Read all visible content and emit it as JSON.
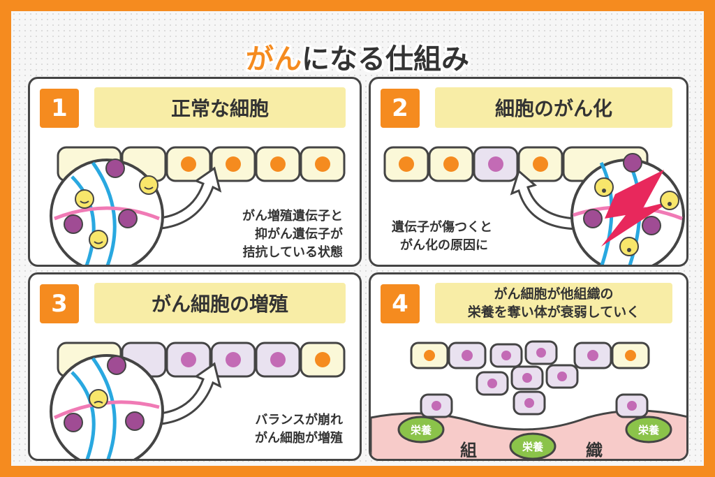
{
  "title": {
    "accent": "がん",
    "rest": "になる仕組み"
  },
  "panels": [
    {
      "number": "1",
      "heading": "正常な細胞",
      "caption": [
        "がん増殖遺伝子と",
        "抑がん遺伝子が",
        "拮抗している状態"
      ]
    },
    {
      "number": "2",
      "heading": "細胞のがん化",
      "caption": [
        "遺伝子が傷つくと",
        "がん化の原因に"
      ]
    },
    {
      "number": "3",
      "heading": "がん細胞の増殖",
      "caption": [
        "バランスが崩れ",
        "がん細胞が増殖"
      ]
    },
    {
      "number": "4",
      "heading": [
        "がん細胞が他組織の",
        "栄養を奪い体が衰弱していく"
      ]
    }
  ],
  "tissue": {
    "label_left": "組",
    "label_right": "織",
    "nutrient": "栄養"
  },
  "colors": {
    "orange": "#F58B1F",
    "header_bg": "#F8EDA6",
    "normal_nucleus": "#F58B1F",
    "cancer_nucleus": "#C36BB5",
    "nutrient": "#8BC34A"
  }
}
